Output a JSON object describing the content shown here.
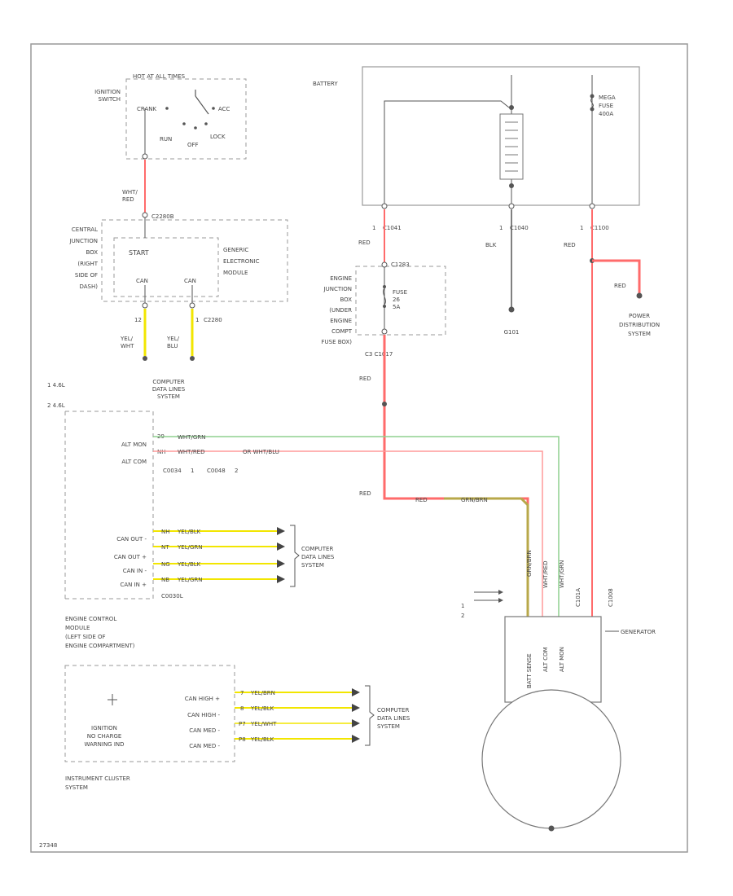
{
  "colors": {
    "red": "#ff6b6b",
    "green": "#8fd18f",
    "yellow": "#f2e600",
    "olive": "#b8a84a",
    "frame": "#999999",
    "dash": "#9a9a9a",
    "ink": "#555555"
  },
  "ignition": {
    "title": "HOT AT ALL TIMES",
    "name": [
      "IGNITION",
      "SWITCH"
    ],
    "crank": "CRANK",
    "acc": "ACC",
    "run": "RUN",
    "off": "OFF",
    "lock": "LOCK",
    "wire": [
      "WHT/",
      "RED"
    ]
  },
  "cjb": {
    "connector": "C2280B",
    "name": [
      "CENTRAL",
      "JUNCTION",
      "BOX",
      "(RIGHT",
      "SIDE OF",
      "DASH)"
    ],
    "start": "START",
    "can_l": "CAN",
    "can_r": "CAN",
    "gem": [
      "GENERIC",
      "ELECTRONIC",
      "MODULE"
    ],
    "pin_left": "12",
    "pin_right": "1",
    "connector2": "C2280",
    "wire_left": [
      "YEL/",
      "WHT"
    ],
    "wire_right": [
      "YEL/",
      "BLU"
    ],
    "dest": [
      "COMPUTER",
      "DATA LINES",
      "SYSTEM"
    ]
  },
  "engine_notes": [
    "1 4.6L",
    "2 4.6L"
  ],
  "battery": {
    "label": "BATTERY",
    "mega": [
      "MEGA",
      "FUSE",
      "400A"
    ],
    "c1": {
      "pin": "1",
      "name": "C1041"
    },
    "c2": {
      "pin": "1",
      "name": "C1040"
    },
    "c3": {
      "pin": "1",
      "name": "C1100"
    },
    "red1": "RED",
    "blk": "BLK",
    "red2": "RED",
    "ground": "G101",
    "red3": "RED",
    "pds": [
      "POWER",
      "DISTRIBUTION",
      "SYSTEM"
    ]
  },
  "ejb": {
    "connector": "C1283",
    "fuse": [
      "FUSE",
      "26",
      "5A"
    ],
    "name": [
      "ENGINE",
      "JUNCTION",
      "BOX",
      "(UNDER",
      "ENGINE",
      "COMPT",
      "FUSE BOX)"
    ],
    "pins": "C3 C1017",
    "red": "RED",
    "red2": "RED",
    "splice": "RED",
    "splice_to": "GRN/BRN"
  },
  "pcm": {
    "alt_mon": "ALT MON",
    "alt_com": "ALT COM",
    "alt_mon_pin": "29",
    "alt_mon_wire": "WHT/GRN",
    "alt_com_pin": "NH",
    "alt_com_wire": "WHT/RED",
    "alt_com_wire2": "OR WHT/BLU",
    "connectors": [
      "C0034",
      "1",
      "C0048",
      "2"
    ],
    "can_labels": [
      "CAN OUT -",
      "CAN OUT +",
      "CAN IN -",
      "CAN IN +"
    ],
    "can_pins": [
      "NH",
      "NT",
      "NG",
      "NB"
    ],
    "can_wires": [
      "YEL/BLK",
      "YEL/GRN",
      "YEL/BLK",
      "YEL/GRN"
    ],
    "c_label": "C0030L",
    "dest": [
      "COMPUTER",
      "DATA LINES",
      "SYSTEM"
    ]
  },
  "ecm": {
    "name": [
      "ENGINE CONTROL",
      "MODULE",
      "(LEFT SIDE OF",
      "ENGINE COMPARTMENT)"
    ],
    "indicator": [
      "IGNITION",
      "NO CHARGE",
      "WARNING IND"
    ],
    "can_labels": [
      "CAN HIGH +",
      "CAN HIGH -",
      "CAN MED -",
      "CAN MED -"
    ],
    "can_pins": [
      "7",
      "8",
      "P7",
      "P8"
    ],
    "can_wires": [
      "YEL/BRN",
      "YEL/BLK",
      "YEL/WHT",
      "YEL/BLK"
    ],
    "dest": [
      "COMPUTER",
      "DATA LINES",
      "SYSTEM"
    ],
    "cluster": [
      "INSTRUMENT CLUSTER",
      "SYSTEM"
    ]
  },
  "generator": {
    "label": "GENERATOR",
    "terms": [
      "BATT SENSE",
      "ALT COM",
      "ALT MON"
    ],
    "wires_vert": [
      "GRN/BRN",
      "WHT/RED",
      "WHT/GRN"
    ],
    "c_left": "C101A",
    "c_right": "C1008",
    "arrows": [
      "1",
      "2"
    ]
  },
  "footer": "27348"
}
